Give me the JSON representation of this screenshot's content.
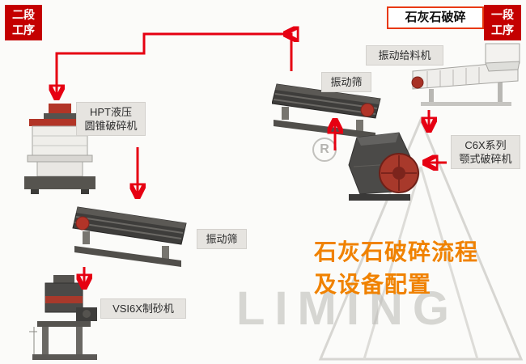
{
  "stage_badges": {
    "second_stage": {
      "line1": "二段",
      "line2": "工序"
    },
    "first_stage": {
      "line1": "一段",
      "line2": "工序"
    }
  },
  "process_title": "石灰石破碎",
  "equipment": {
    "feeder_label": "振动给料机",
    "screen1_label": "振动筛",
    "jaw_label_line1": "C6X系列",
    "jaw_label_line2": "颚式破碎机",
    "cone_label_line1": "HPT液压",
    "cone_label_line2": "圆锥破碎机",
    "screen2_label": "振动筛",
    "sand_maker_label": "VSI6X制砂机"
  },
  "caption": {
    "line1": "石灰石破碎流程",
    "line2": "及设备配置"
  },
  "watermark": {
    "brand": "LIMING",
    "registered_symbol": "R"
  },
  "colors": {
    "arrow_red": "#e60012",
    "badge_red": "#c40000",
    "title_border_orange_red": "#e8380c",
    "caption_orange": "#f08200",
    "label_background": "#e6e4e0",
    "canvas_background": "#fbfbf9"
  }
}
